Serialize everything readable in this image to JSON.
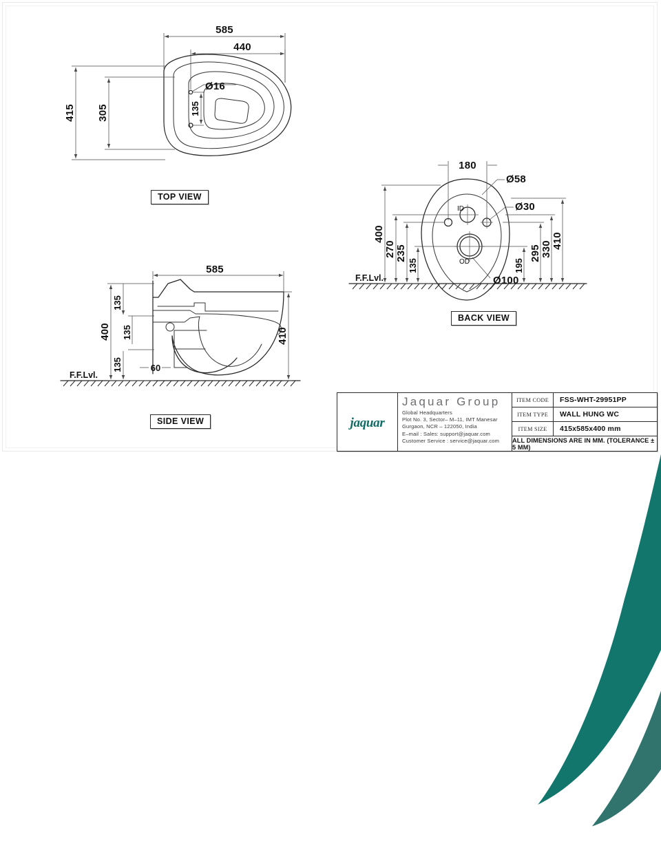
{
  "sheet": {
    "units_note": "ALL DIMENSIONS ARE IN MM. (TOLERANCE ± 5 MM)"
  },
  "views": {
    "top": {
      "label": "TOP VIEW",
      "dims": {
        "overall_width": "585",
        "seat_width": "440",
        "overall_depth": "415",
        "bowl_depth": "305",
        "bolt_spacing": "135",
        "bolt_dia": "Ø16"
      }
    },
    "side": {
      "label": "SIDE VIEW",
      "ground_label": "F.F.Lvl.",
      "dims": {
        "length": "585",
        "height_from_floor": "400",
        "outlet_height_410": "410",
        "a_135": "135",
        "b_135": "135",
        "c_135": "135",
        "d_60": "60"
      }
    },
    "back": {
      "label": "BACK VIEW",
      "ground_label": "F.F.Lvl.",
      "inner_dia_label": "ID",
      "outer_dia_label": "OD",
      "dims": {
        "bolt_spacing": "180",
        "hole_dia_58": "Ø58",
        "hole_dia_30": "Ø30",
        "outlet_dia_100": "Ø100",
        "h_400": "400",
        "h_270": "270",
        "h_235": "235",
        "h_135": "135",
        "h_195": "195",
        "h_295": "295",
        "h_330": "330",
        "h_410": "410"
      }
    }
  },
  "title_block": {
    "brand": {
      "group_title": "Jaquar  Group",
      "logo_name": "jaquar",
      "logo_color": "#0f6b63"
    },
    "address": [
      "Global  Headquarters",
      "Plot No. 3, Sector–  M–11, IMT Manesar",
      "Gurgaon,  NCR  –  122050, India",
      "E–mail :  Sales:  support@jaquar.com",
      "Customer  Service :   service@jaquar.com"
    ],
    "rows": [
      {
        "key": "ITEM CODE",
        "value": "FSS-WHT-29951PP"
      },
      {
        "key": "ITEM TYPE",
        "value": "WALL HUNG WC"
      },
      {
        "key": "ITEM SIZE",
        "value": "415x585x400 mm"
      }
    ],
    "note": "ALL DIMENSIONS ARE IN MM. (TOLERANCE ± 5 MM)"
  }
}
